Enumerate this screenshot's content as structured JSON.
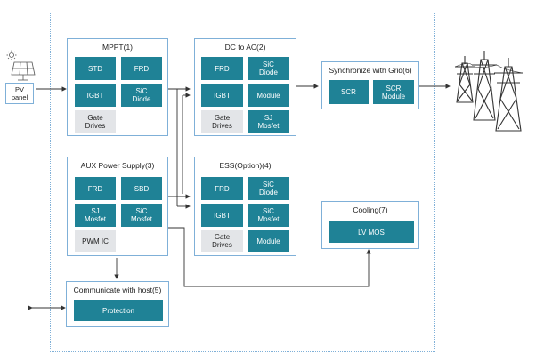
{
  "pv_panel": {
    "label": "PV\npanel"
  },
  "mppt": {
    "title": "MPPT(1)",
    "chips": [
      {
        "label": "STD",
        "style": "teal"
      },
      {
        "label": "FRD",
        "style": "teal"
      },
      {
        "label": "IGBT",
        "style": "teal"
      },
      {
        "label": "SiC\nDiode",
        "style": "teal"
      },
      {
        "label": "Gate\nDrives",
        "style": "gray"
      }
    ]
  },
  "dc_to_ac": {
    "title": "DC to AC(2)",
    "chips": [
      {
        "label": "FRD",
        "style": "teal"
      },
      {
        "label": "SiC\nDiode",
        "style": "teal"
      },
      {
        "label": "IGBT",
        "style": "teal"
      },
      {
        "label": "Module",
        "style": "teal"
      },
      {
        "label": "Gate\nDrives",
        "style": "gray"
      },
      {
        "label": "SJ\nMosfet",
        "style": "teal"
      }
    ]
  },
  "grid_sync": {
    "title": "Synchronize with Grid(6)",
    "chips": [
      {
        "label": "SCR",
        "style": "teal"
      },
      {
        "label": "SCR\nModule",
        "style": "teal"
      }
    ]
  },
  "aux_power": {
    "title": "AUX Power Supply(3)",
    "chips": [
      {
        "label": "FRD",
        "style": "teal"
      },
      {
        "label": "SBD",
        "style": "teal"
      },
      {
        "label": "SJ\nMosfet",
        "style": "teal"
      },
      {
        "label": "SiC\nMosfet",
        "style": "teal"
      },
      {
        "label": "PWM IC",
        "style": "gray"
      }
    ]
  },
  "ess": {
    "title": "ESS(Option)(4)",
    "chips": [
      {
        "label": "FRD",
        "style": "teal"
      },
      {
        "label": "SiC\nDiode",
        "style": "teal"
      },
      {
        "label": "IGBT",
        "style": "teal"
      },
      {
        "label": "SiC\nMosfet",
        "style": "teal"
      },
      {
        "label": "Gate\nDrives",
        "style": "gray"
      },
      {
        "label": "Module",
        "style": "teal"
      }
    ]
  },
  "cooling": {
    "title": "Cooling(7)",
    "chips": [
      {
        "label": "LV MOS",
        "style": "teal"
      }
    ]
  },
  "communicate": {
    "title": "Communicate with host(5)",
    "chips": [
      {
        "label": "Protection",
        "style": "teal"
      }
    ]
  },
  "colors": {
    "chip_teal": "#1f8296",
    "chip_gray": "#e3e5e8",
    "block_border": "#7fb0d8",
    "wire": "#333333"
  }
}
